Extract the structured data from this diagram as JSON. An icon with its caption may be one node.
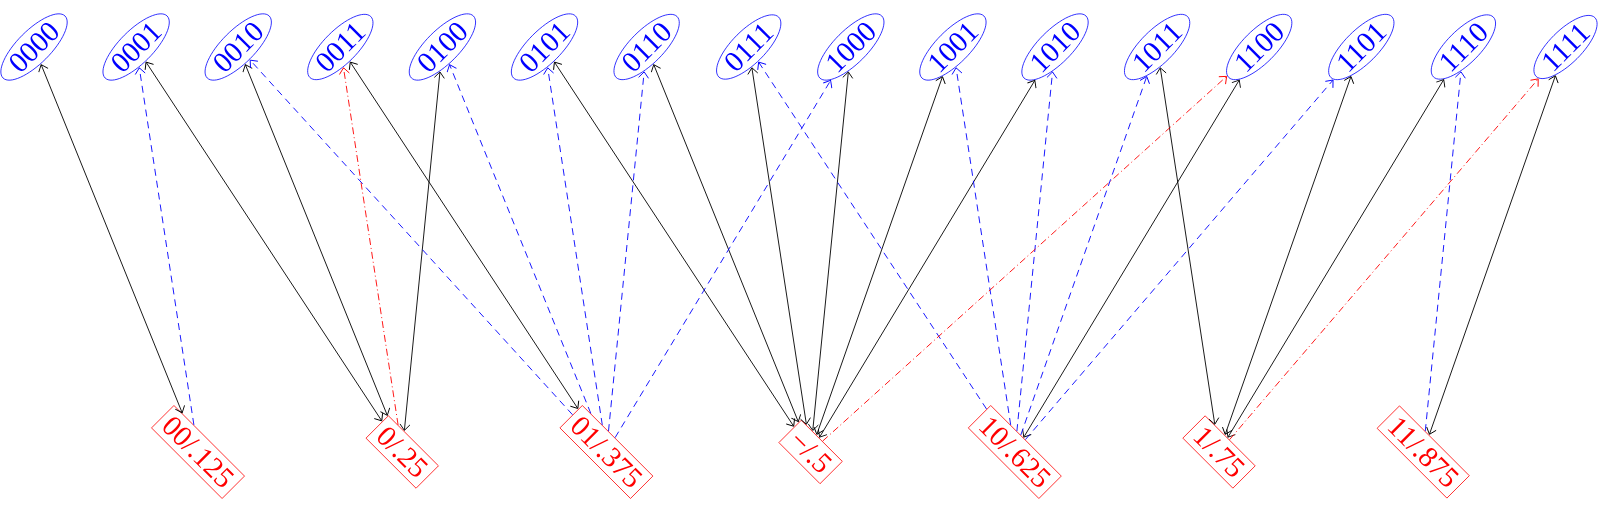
{
  "diagram": {
    "nodes": [
      {
        "text": [
          "0000"
        ]
      },
      {
        "text": [
          "0001"
        ]
      },
      {
        "text": [
          "0010"
        ]
      },
      {
        "text": [
          "0011"
        ]
      },
      {
        "text": [
          "0100"
        ]
      },
      {
        "text": [
          "0101"
        ]
      },
      {
        "text": [
          "0110"
        ]
      },
      {
        "text": [
          "0111"
        ]
      },
      {
        "text": [
          "1000"
        ]
      },
      {
        "text": [
          "1001"
        ]
      },
      {
        "text": [
          "1010"
        ]
      },
      {
        "text": [
          "1011"
        ]
      },
      {
        "text": [
          "1100"
        ]
      },
      {
        "text": [
          "1101"
        ]
      },
      {
        "text": [
          "1110"
        ]
      },
      {
        "text": [
          "1111"
        ]
      },
      {
        "text": [
          "00/.125"
        ]
      },
      {
        "text": [
          "0/.25"
        ]
      },
      {
        "text": [
          "01/.375"
        ]
      },
      {
        "text": [
          "−/.5"
        ]
      },
      {
        "text": [
          "10/.625"
        ]
      },
      {
        "text": [
          "1/.75"
        ]
      },
      {
        "text": [
          "11/.875"
        ]
      }
    ],
    "edges": [
      {
        "from": 0,
        "to": 16,
        "arrow": "both"
      },
      {
        "from": 1,
        "to": 17,
        "arrow": "both"
      },
      {
        "from": 2,
        "to": 17,
        "arrow": "both"
      },
      {
        "from": 3,
        "to": 18,
        "arrow": "both"
      },
      {
        "from": 4,
        "to": 17,
        "arrow": "both"
      },
      {
        "from": 5,
        "to": 19,
        "arrow": "both"
      },
      {
        "from": 6,
        "to": 19,
        "arrow": "both"
      },
      {
        "from": 7,
        "to": 19,
        "arrow": "both"
      },
      {
        "from": 8,
        "to": 19,
        "arrow": "both"
      },
      {
        "from": 9,
        "to": 19,
        "arrow": "both"
      },
      {
        "from": 10,
        "to": 19,
        "arrow": "both"
      },
      {
        "from": 11,
        "to": 21,
        "arrow": "both"
      },
      {
        "from": 12,
        "to": 20,
        "arrow": "both"
      },
      {
        "from": 13,
        "to": 21,
        "arrow": "both"
      },
      {
        "from": 14,
        "to": 21,
        "arrow": "both"
      },
      {
        "from": 15,
        "to": 22,
        "arrow": "both"
      },
      {
        "from": 16,
        "to": 1,
        "arrow": "to",
        "style": "dashed",
        "color": "#0000ff"
      },
      {
        "from": 18,
        "to": 2,
        "arrow": "to",
        "style": "dashed",
        "color": "#0000ff"
      },
      {
        "from": 18,
        "to": 4,
        "arrow": "to",
        "style": "dashed",
        "color": "#0000ff"
      },
      {
        "from": 18,
        "to": 5,
        "arrow": "to",
        "style": "dashed",
        "color": "#0000ff"
      },
      {
        "from": 18,
        "to": 6,
        "arrow": "to",
        "style": "dashed",
        "color": "#0000ff"
      },
      {
        "from": 18,
        "to": 8,
        "arrow": "to",
        "style": "dashed",
        "color": "#0000ff"
      },
      {
        "from": 20,
        "to": 7,
        "arrow": "to",
        "style": "dashed",
        "color": "#0000ff"
      },
      {
        "from": 20,
        "to": 9,
        "arrow": "to",
        "style": "dashed",
        "color": "#0000ff"
      },
      {
        "from": 20,
        "to": 10,
        "arrow": "to",
        "style": "dashed",
        "color": "#0000ff"
      },
      {
        "from": 20,
        "to": 11,
        "arrow": "to",
        "style": "dashed",
        "color": "#0000ff"
      },
      {
        "from": 20,
        "to": 13,
        "arrow": "to",
        "style": "dashed",
        "color": "#0000ff"
      },
      {
        "from": 22,
        "to": 14,
        "arrow": "to",
        "style": "dashed",
        "color": "#0000ff"
      },
      {
        "from": 17,
        "to": 3,
        "arrow": "to",
        "style": "dashed",
        "color": "#ff0000"
      },
      {
        "from": 19,
        "to": 12,
        "arrow": "to",
        "style": "dashed",
        "color": "#ff0000"
      },
      {
        "from": 21,
        "to": 15,
        "arrow": "to",
        "style": "dashed",
        "color": "#ff0000"
      }
    ]
  }
}
